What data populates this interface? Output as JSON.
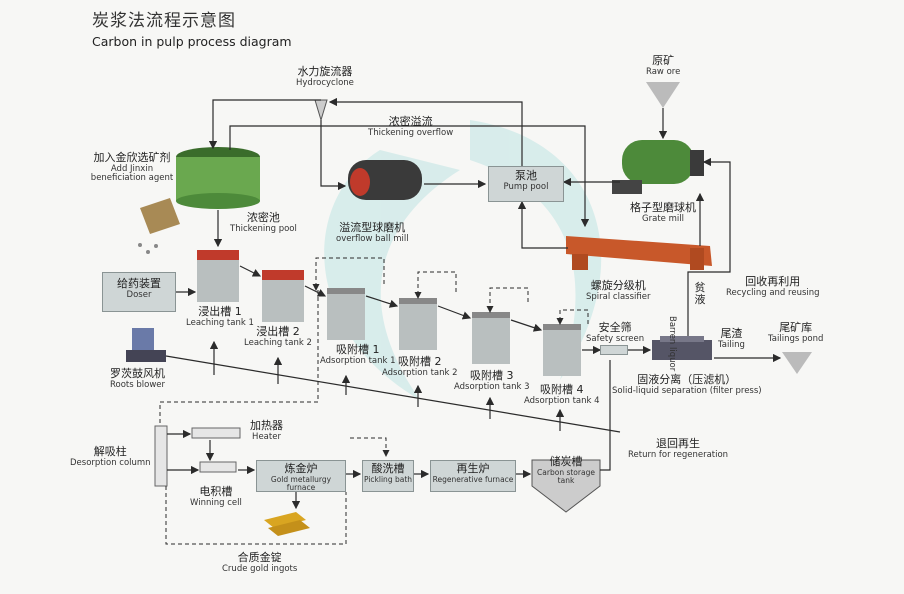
{
  "title": {
    "zh": "炭浆法流程示意图",
    "en": "Carbon in pulp process diagram"
  },
  "nodes": {
    "hydrocyclone": {
      "zh": "水力旋流器",
      "en": "Hydrocyclone"
    },
    "raw_ore": {
      "zh": "原矿",
      "en": "Raw ore"
    },
    "thickening_overflow": {
      "zh": "浓密溢流",
      "en": "Thickening overflow"
    },
    "add_agent": {
      "zh": "加入金欣选矿剂",
      "en": "Add Jinxin beneficiation agent"
    },
    "pump_pool": {
      "zh": "泵池",
      "en": "Pump pool"
    },
    "grate_mill": {
      "zh": "格子型磨球机",
      "en": "Grate mill"
    },
    "thickening_pool": {
      "zh": "浓密池",
      "en": "Thickening pool"
    },
    "overflow_ball_mill": {
      "zh": "溢流型球磨机",
      "en": "overflow ball mill"
    },
    "doser": {
      "zh": "给药装置",
      "en": "Doser"
    },
    "leaching_tank_1": {
      "zh": "浸出槽 1",
      "en": "Leaching tank 1"
    },
    "leaching_tank_2": {
      "zh": "浸出槽 2",
      "en": "Leaching tank 2"
    },
    "adsorption_tank_1": {
      "zh": "吸附槽 1",
      "en": "Adsorption tank 1"
    },
    "adsorption_tank_2": {
      "zh": "吸附槽 2",
      "en": "Adsorption tank 2"
    },
    "adsorption_tank_3": {
      "zh": "吸附槽 3",
      "en": "Adsorption tank 3"
    },
    "adsorption_tank_4": {
      "zh": "吸附槽 4",
      "en": "Adsorption tank 4"
    },
    "spiral_classifier": {
      "zh": "螺旋分级机",
      "en": "Spiral classifier"
    },
    "recycling": {
      "zh": "回收再利用",
      "en": "Recycling and reusing"
    },
    "barren_liquor": {
      "zh": "贫液",
      "en": "Barren liquor"
    },
    "safety_screen": {
      "zh": "安全筛",
      "en": "Safety screen"
    },
    "tailing": {
      "zh": "尾渣",
      "en": "Tailing"
    },
    "tailings_pond": {
      "zh": "尾矿库",
      "en": "Tailings pond"
    },
    "roots_blower": {
      "zh": "罗茨鼓风机",
      "en": "Roots blower"
    },
    "solid_liquid": {
      "zh": "固液分离（压滤机）",
      "en": "Solid-liquid separation (filter press)"
    },
    "heater": {
      "zh": "加热器",
      "en": "Heater"
    },
    "desorption_column": {
      "zh": "解吸柱",
      "en": "Desorption column"
    },
    "return_regeneration": {
      "zh": "退回再生",
      "en": "Return for regeneration"
    },
    "gold_furnace": {
      "zh": "炼金炉",
      "en": "Gold metallurgy furnace"
    },
    "pickling_bath": {
      "zh": "酸洗槽",
      "en": "Pickling bath"
    },
    "regenerative_furnace": {
      "zh": "再生炉",
      "en": "Regenerative furnace"
    },
    "carbon_storage": {
      "zh": "储炭槽",
      "en": "Carbon storage tank"
    },
    "winning_cell": {
      "zh": "电积槽",
      "en": "Winning cell"
    },
    "crude_gold": {
      "zh": "合质金锭",
      "en": "Crude gold ingots"
    }
  },
  "colors": {
    "line": "#2b2b2b",
    "box_fill": "#cfd6d6",
    "tank_fill": "#b9bfbf",
    "tank_top": "#c03a2b",
    "mill_green": "#4d8a3a",
    "classifier": "#c8582a",
    "watermark": "#9fd9d9"
  }
}
